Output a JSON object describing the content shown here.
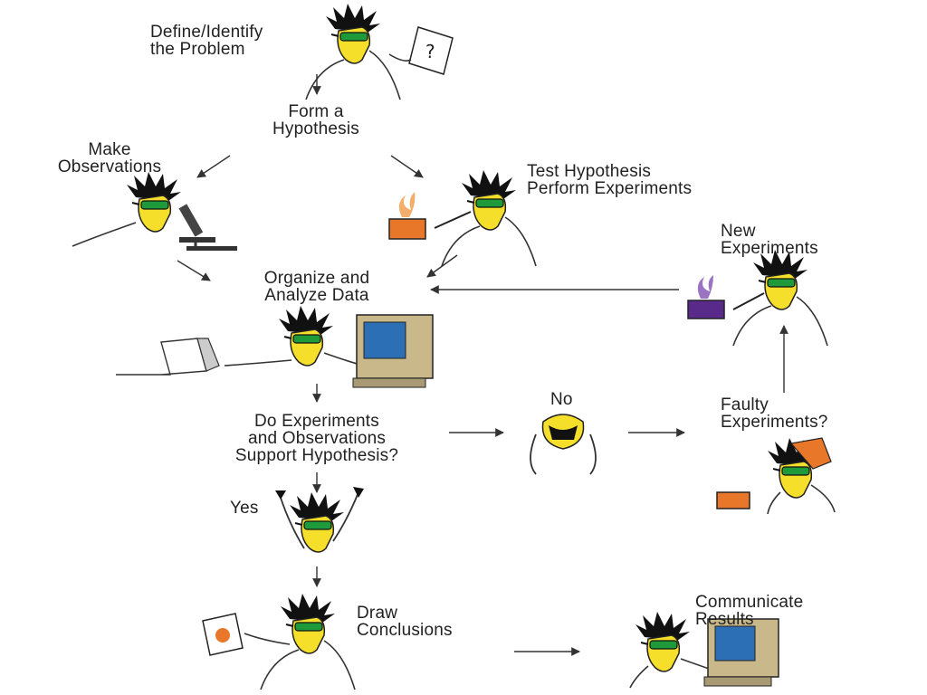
{
  "steps": {
    "define": {
      "line1": "Define/Identify",
      "line2": "the Problem"
    },
    "hypothesis": {
      "line1": "Form a",
      "line2": "Hypothesis"
    },
    "observe": {
      "line1": "Make",
      "line2": "Observations"
    },
    "test": {
      "line1": "Test Hypothesis",
      "line2": "Perform Experiments"
    },
    "organize": {
      "line1": "Organize and",
      "line2": "Analyze Data"
    },
    "new_exp": {
      "line1": "New",
      "line2": "Experiments"
    },
    "support": {
      "line1": "Do Experiments",
      "line2": "and Observations",
      "line3": "Support Hypothesis?"
    },
    "no": {
      "label": "No"
    },
    "faulty": {
      "line1": "Faulty",
      "line2": "Experiments?"
    },
    "yes": {
      "label": "Yes"
    },
    "draw": {
      "line1": "Draw",
      "line2": "Conclusions"
    },
    "communicate": {
      "line1": "Communicate",
      "line2": "Results"
    }
  },
  "colors": {
    "skin": "#f5df2a",
    "hair": "#111111",
    "goggles": "#1f9a3a",
    "orange": "#e8772a",
    "purple": "#5a2a8a",
    "screen": "#2d6fb5",
    "monitor": "#c9b88a"
  },
  "icons": {
    "scientist": "scientist-figure",
    "beaker": "beaker-icon",
    "computer": "computer-icon",
    "microscope": "microscope-icon",
    "paper": "paper-icon"
  }
}
